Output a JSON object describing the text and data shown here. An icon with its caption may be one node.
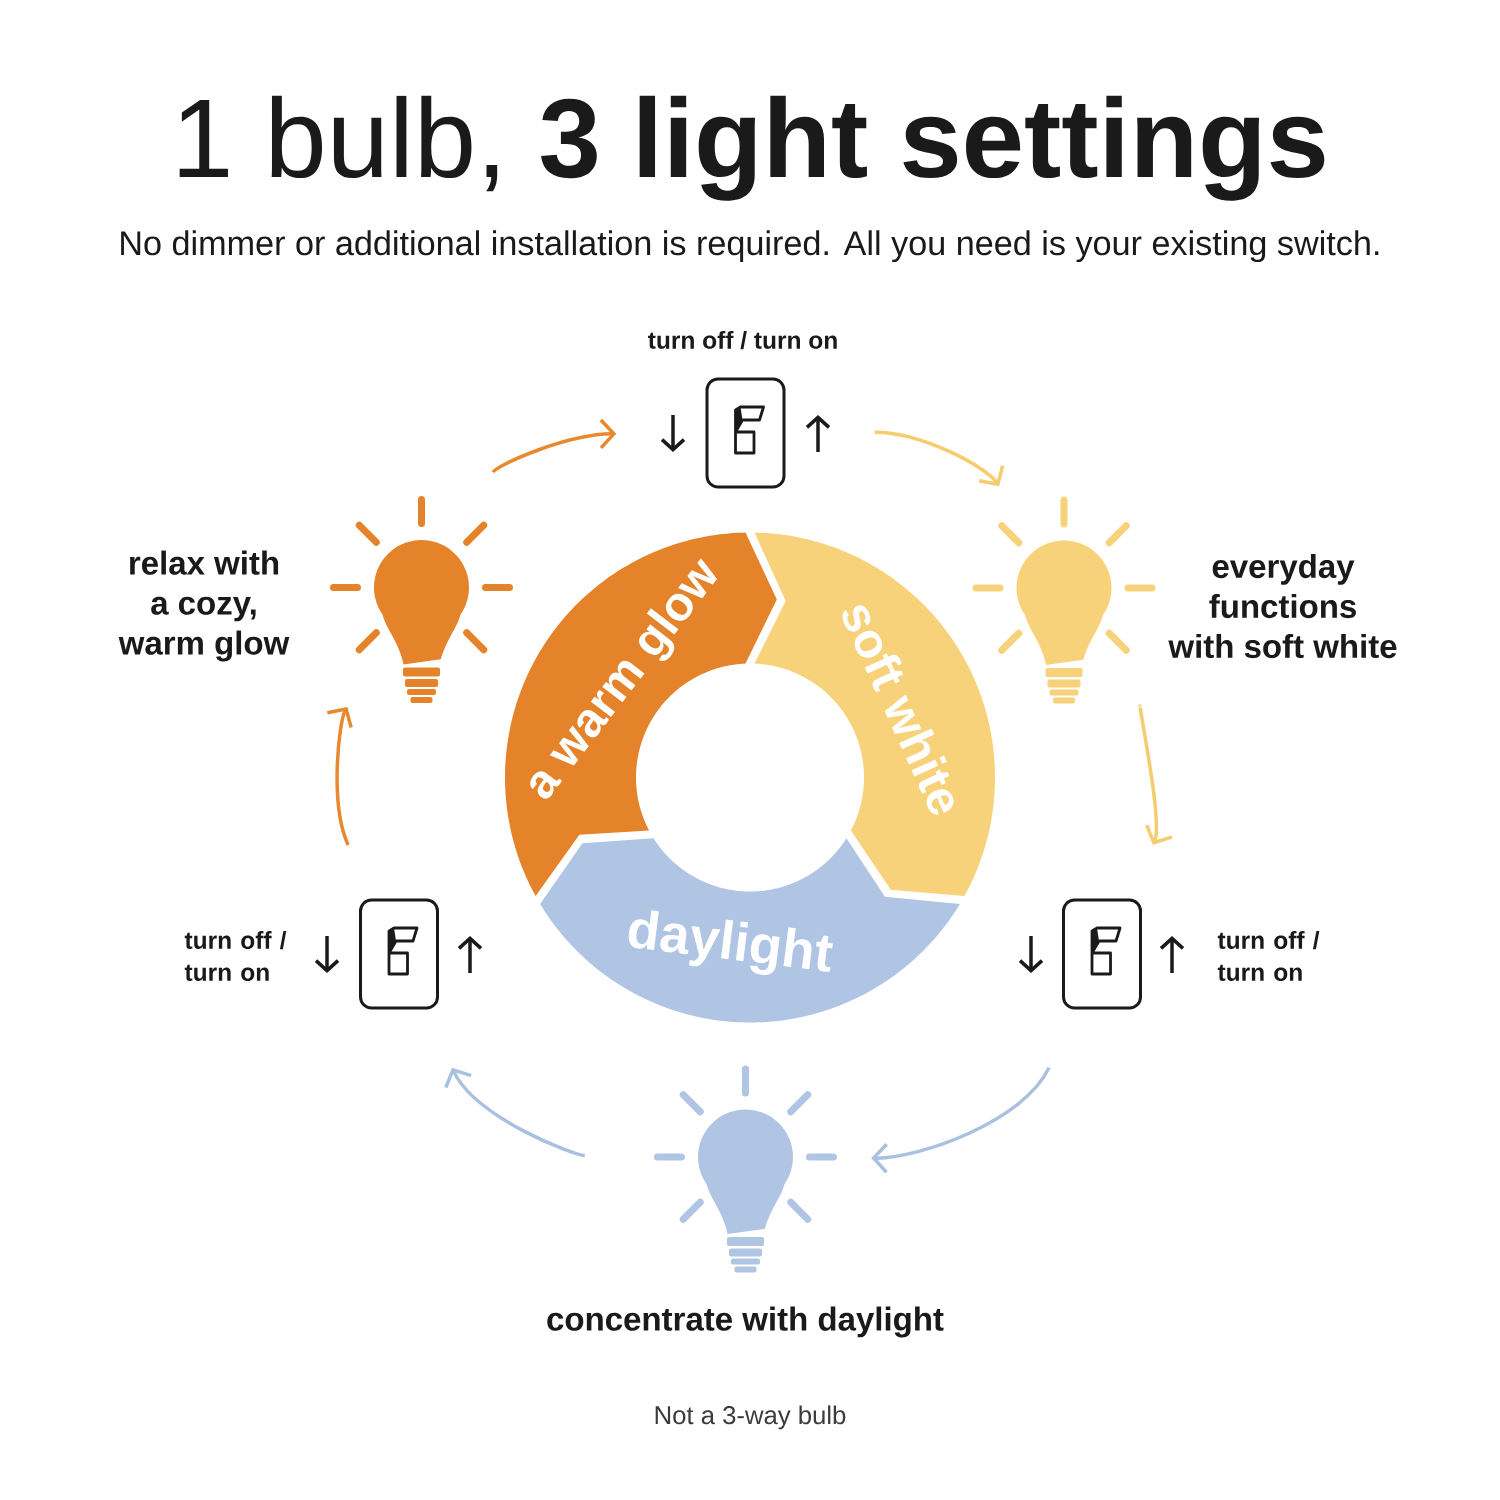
{
  "diagram": {
    "title": "1 bulb, **3 light settings**",
    "nodes": [
      {
        "text": [
          "turn off / turn on"
        ]
      },
      {
        "text": [],
        "shape": "bulb",
        "beside": [
          "relax with a cozy, warm glow"
        ]
      },
      {
        "text": [],
        "shape": "bulb",
        "beside": [
          "everyday functions with soft white"
        ]
      },
      {
        "text": [
          "a warm glow"
        ]
      },
      {
        "text": [
          "soft white"
        ]
      },
      {
        "text": [
          "daylight"
        ]
      },
      {
        "text": [
          "turn off / turn on"
        ]
      },
      {
        "text": [
          "turn off / turn on"
        ]
      },
      {
        "text": [],
        "shape": "bulb",
        "beside": [
          "concentrate with daylight"
        ]
      }
    ],
    "edges": [
      {
        "from": 1,
        "to": 0,
        "arrow": "to",
        "color": "#e8892f"
      },
      {
        "from": 0,
        "to": 2,
        "arrow": "to",
        "color": "#f5cd6e"
      },
      {
        "from": 2,
        "to": 7,
        "arrow": "to",
        "color": "#f5cd6e"
      },
      {
        "from": 7,
        "to": 8,
        "arrow": "to",
        "color": "#a9c0e0"
      },
      {
        "from": 8,
        "to": 6,
        "arrow": "to",
        "color": "#a9c0e0"
      },
      {
        "from": 6,
        "to": 1,
        "arrow": "to",
        "color": "#e8892f"
      }
    ],
    "labels": [
      "No dimmer or additional installation is required. All you need is your existing switch.",
      "Not a 3-way bulb"
    ]
  }
}
